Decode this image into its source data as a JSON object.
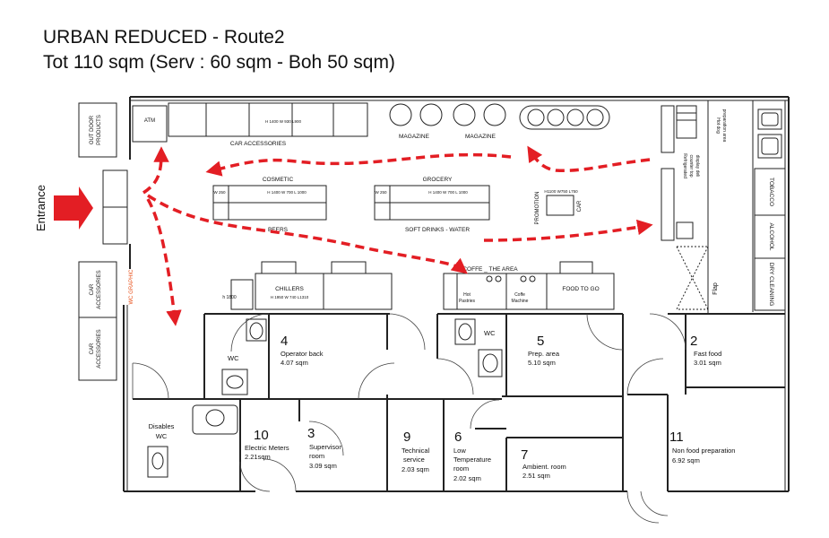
{
  "header": {
    "title_line1": "URBAN REDUCED - Route2",
    "title_line2": "Tot 110 sqm (Serv : 60 sqm - Boh 50 sqm)"
  },
  "colors": {
    "arrow": "#e31e24",
    "wall": "#222222",
    "accent_text": "#e8501a"
  },
  "labels": {
    "entrance": "Entrance",
    "outdoor_products_1": "OUT DOOR",
    "outdoor_products_2": "PRODUCTS",
    "car_accessories_side_1a": "CAR",
    "car_accessories_side_1b": "ACCESSORIES",
    "car_accessories_side_2a": "CAR",
    "car_accessories_side_2b": "ACCESSORIES",
    "wc_graphic": "WC GRAPHIC",
    "atm": "ATM",
    "car_accessories": "CAR ACCESSORIES",
    "shelf_dims_top": "H 1400 W 930 L900",
    "magazine_1": "MAGAZINE",
    "magazine_2": "MAGAZINE",
    "cosmetic": "COSMETIC",
    "grocery": "GROCERY",
    "beers": "BEERS",
    "soft_drinks": "SOFT DRINKS - WATER",
    "w250_a": "W 250",
    "w250_b": "W 250",
    "gondola_dims_a": "H 1400 W 700 L 1000",
    "gondola_dims_b": "H 1400 W 700 L 1000",
    "promotion": "PROMOTION",
    "promo_dims": "H1100 W750 L750",
    "car": "CAR",
    "hot_dog_1": "Hot dog",
    "hot_dog_2": "preparation area",
    "refrigerated_1": "Refrigerated",
    "refrigerated_2": "counter top",
    "refrigerated_3": "display deli",
    "tobacco": "TOBACCO",
    "alcohol": "ALCOHOL",
    "dry_cleaning": "DRY CLEANING",
    "flap": "Flap",
    "coffee_area": "COFFE _ THE AREA",
    "hot_pastries_1": "Hot",
    "hot_pastries_2": "Pastries",
    "coffee_machine_1": "Coffe",
    "coffee_machine_2": "Machine",
    "food_to_go": "FOOD TO GO",
    "chillers": "CHILLERS",
    "chillers_dims": "H 1950 W 740 L1310",
    "h1800": "h 1800",
    "wc_1": "WC",
    "wc_2": "WC",
    "disabled_wc_1": "Disables",
    "disabled_wc_2": "WC"
  },
  "rooms": [
    {
      "num": "4",
      "name": "Operator back",
      "area": "4.07 sqm"
    },
    {
      "num": "5",
      "name": "Prep. area",
      "area": "5.10 sqm"
    },
    {
      "num": "2",
      "name": "Fast food",
      "area": "3.01 sqm"
    },
    {
      "num": "10",
      "name": "Electric Meters",
      "area": "2.21sqm"
    },
    {
      "num": "3",
      "name1": "Supervisor",
      "name2": "room",
      "area": "3.09 sqm"
    },
    {
      "num": "9",
      "name1": "Technical",
      "name2": "service",
      "area": "2.03 sqm"
    },
    {
      "num": "6",
      "name1": "Low",
      "name2": "Temperature",
      "name3": "room",
      "area": "2.02 sqm"
    },
    {
      "num": "7",
      "name": "Ambient. room",
      "area": "2.51 sqm"
    },
    {
      "num": "11",
      "name": "Non food preparation",
      "area": "6.92 sqm"
    }
  ]
}
